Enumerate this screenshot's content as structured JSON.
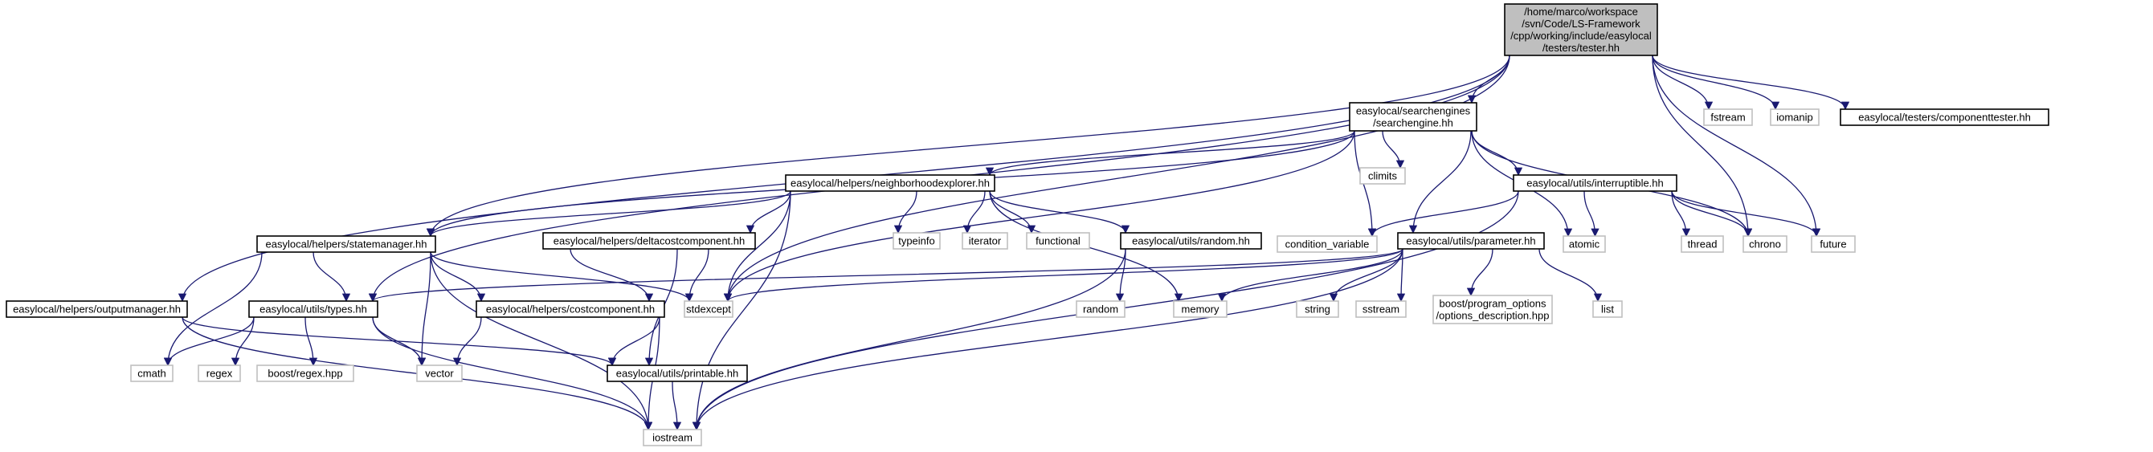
{
  "graph": {
    "root": "/home/marco/workspace/svn/Code/LS-Framework/cpp/working/include/easylocal/testers/tester.hh",
    "colors": {
      "edge": "#191970",
      "root_fill": "#bfbfbf",
      "header_border": "#000000",
      "system_border": "#bfbfbf",
      "text": "#000000"
    },
    "nodes": {
      "tester": {
        "lines": [
          "/home/marco/workspace",
          "/svn/Code/LS-Framework",
          "/cpp/working/include/easylocal",
          "/testers/tester.hh"
        ],
        "kind": "root"
      },
      "searchengine": {
        "lines": [
          "easylocal/searchengines",
          "/searchengine.hh"
        ],
        "kind": "header"
      },
      "fstream": {
        "lines": [
          "fstream"
        ],
        "kind": "system"
      },
      "iomanip": {
        "lines": [
          "iomanip"
        ],
        "kind": "system"
      },
      "componenttester": {
        "lines": [
          "easylocal/testers/componenttester.hh"
        ],
        "kind": "header"
      },
      "climits": {
        "lines": [
          "climits"
        ],
        "kind": "system"
      },
      "neighborhoodexplorer": {
        "lines": [
          "easylocal/helpers/neighborhoodexplorer.hh"
        ],
        "kind": "header"
      },
      "interruptible": {
        "lines": [
          "easylocal/utils/interruptible.hh"
        ],
        "kind": "header"
      },
      "statemanager": {
        "lines": [
          "easylocal/helpers/statemanager.hh"
        ],
        "kind": "header"
      },
      "deltacostcomponent": {
        "lines": [
          "easylocal/helpers/deltacostcomponent.hh"
        ],
        "kind": "header"
      },
      "typeinfo": {
        "lines": [
          "typeinfo"
        ],
        "kind": "system"
      },
      "iterator": {
        "lines": [
          "iterator"
        ],
        "kind": "system"
      },
      "functional": {
        "lines": [
          "functional"
        ],
        "kind": "system"
      },
      "random_hh": {
        "lines": [
          "easylocal/utils/random.hh"
        ],
        "kind": "header"
      },
      "condition_variable": {
        "lines": [
          "condition_variable"
        ],
        "kind": "system"
      },
      "parameter": {
        "lines": [
          "easylocal/utils/parameter.hh"
        ],
        "kind": "header"
      },
      "atomic": {
        "lines": [
          "atomic"
        ],
        "kind": "system"
      },
      "thread": {
        "lines": [
          "thread"
        ],
        "kind": "system"
      },
      "chrono": {
        "lines": [
          "chrono"
        ],
        "kind": "system"
      },
      "future": {
        "lines": [
          "future"
        ],
        "kind": "system"
      },
      "outputmanager": {
        "lines": [
          "easylocal/helpers/outputmanager.hh"
        ],
        "kind": "header"
      },
      "types": {
        "lines": [
          "easylocal/utils/types.hh"
        ],
        "kind": "header"
      },
      "costcomponent": {
        "lines": [
          "easylocal/helpers/costcomponent.hh"
        ],
        "kind": "header"
      },
      "stdexcept": {
        "lines": [
          "stdexcept"
        ],
        "kind": "system"
      },
      "random": {
        "lines": [
          "random"
        ],
        "kind": "system"
      },
      "memory": {
        "lines": [
          "memory"
        ],
        "kind": "system"
      },
      "string": {
        "lines": [
          "string"
        ],
        "kind": "system"
      },
      "sstream": {
        "lines": [
          "sstream"
        ],
        "kind": "system"
      },
      "options_description": {
        "lines": [
          "boost/program_options",
          "/options_description.hpp"
        ],
        "kind": "system"
      },
      "list": {
        "lines": [
          "list"
        ],
        "kind": "system"
      },
      "cmath": {
        "lines": [
          "cmath"
        ],
        "kind": "system"
      },
      "regex": {
        "lines": [
          "regex"
        ],
        "kind": "system"
      },
      "boost_regex": {
        "lines": [
          "boost/regex.hpp"
        ],
        "kind": "system"
      },
      "vector": {
        "lines": [
          "vector"
        ],
        "kind": "system"
      },
      "printable": {
        "lines": [
          "easylocal/utils/printable.hh"
        ],
        "kind": "header"
      },
      "iostream": {
        "lines": [
          "iostream"
        ],
        "kind": "system"
      }
    },
    "edges": [
      [
        "tester",
        "searchengine"
      ],
      [
        "tester",
        "fstream"
      ],
      [
        "tester",
        "iomanip"
      ],
      [
        "tester",
        "componenttester"
      ],
      [
        "tester",
        "chrono"
      ],
      [
        "tester",
        "future"
      ],
      [
        "tester",
        "statemanager"
      ],
      [
        "tester",
        "outputmanager"
      ],
      [
        "tester",
        "types"
      ],
      [
        "tester",
        "stdexcept"
      ],
      [
        "searchengine",
        "climits"
      ],
      [
        "searchengine",
        "neighborhoodexplorer"
      ],
      [
        "searchengine",
        "interruptible"
      ],
      [
        "searchengine",
        "statemanager"
      ],
      [
        "searchengine",
        "condition_variable"
      ],
      [
        "searchengine",
        "parameter"
      ],
      [
        "searchengine",
        "atomic"
      ],
      [
        "searchengine",
        "chrono"
      ],
      [
        "searchengine",
        "stdexcept"
      ],
      [
        "neighborhoodexplorer",
        "statemanager"
      ],
      [
        "neighborhoodexplorer",
        "deltacostcomponent"
      ],
      [
        "neighborhoodexplorer",
        "typeinfo"
      ],
      [
        "neighborhoodexplorer",
        "iterator"
      ],
      [
        "neighborhoodexplorer",
        "functional"
      ],
      [
        "neighborhoodexplorer",
        "random_hh"
      ],
      [
        "neighborhoodexplorer",
        "stdexcept"
      ],
      [
        "neighborhoodexplorer",
        "memory"
      ],
      [
        "neighborhoodexplorer",
        "iostream"
      ],
      [
        "interruptible",
        "condition_variable"
      ],
      [
        "interruptible",
        "atomic"
      ],
      [
        "interruptible",
        "thread"
      ],
      [
        "interruptible",
        "chrono"
      ],
      [
        "interruptible",
        "future"
      ],
      [
        "interruptible",
        "iostream"
      ],
      [
        "statemanager",
        "types"
      ],
      [
        "statemanager",
        "costcomponent"
      ],
      [
        "statemanager",
        "stdexcept"
      ],
      [
        "statemanager",
        "cmath"
      ],
      [
        "statemanager",
        "vector"
      ],
      [
        "statemanager",
        "iostream"
      ],
      [
        "deltacostcomponent",
        "costcomponent"
      ],
      [
        "deltacostcomponent",
        "stdexcept"
      ],
      [
        "deltacostcomponent",
        "printable"
      ],
      [
        "random_hh",
        "random"
      ],
      [
        "random_hh",
        "iostream"
      ],
      [
        "parameter",
        "types"
      ],
      [
        "parameter",
        "stdexcept"
      ],
      [
        "parameter",
        "memory"
      ],
      [
        "parameter",
        "string"
      ],
      [
        "parameter",
        "sstream"
      ],
      [
        "parameter",
        "options_description"
      ],
      [
        "parameter",
        "list"
      ],
      [
        "parameter",
        "iostream"
      ],
      [
        "outputmanager",
        "printable"
      ],
      [
        "outputmanager",
        "iostream"
      ],
      [
        "types",
        "cmath"
      ],
      [
        "types",
        "regex"
      ],
      [
        "types",
        "boost_regex"
      ],
      [
        "types",
        "vector"
      ],
      [
        "types",
        "iostream"
      ],
      [
        "costcomponent",
        "vector"
      ],
      [
        "costcomponent",
        "printable"
      ],
      [
        "costcomponent",
        "iostream"
      ],
      [
        "printable",
        "iostream"
      ]
    ]
  }
}
